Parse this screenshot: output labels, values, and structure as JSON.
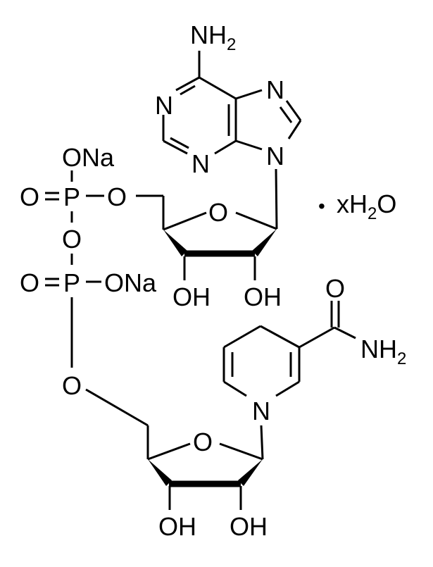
{
  "diagram": {
    "type": "chemical-structure",
    "compound": "NADH disodium salt hydrate",
    "background": "#ffffff",
    "stroke_color": "#000000",
    "labels": {
      "adenine_nh2": "NH",
      "adenine_nh2_sub": "2",
      "n1": "N",
      "n3": "N",
      "n7": "N",
      "n9": "N",
      "ona_top": "ONa",
      "o_dbl_top": "O",
      "p_top": "P",
      "o_ester_top": "O",
      "o_bridge": "O",
      "o_dbl_bottom": "O",
      "p_bottom": "P",
      "ona_bottom": "ONa",
      "o_ester_bottom": "O",
      "ribose1_ring_o": "O",
      "ribose1_oh_left": "OH",
      "ribose1_oh_right": "OH",
      "hydrate_dot": "•",
      "hydrate_x": "xH",
      "hydrate_sub": "2",
      "hydrate_o": "O",
      "amide_o": "O",
      "amide_nh": "NH",
      "amide_nh_sub": "2",
      "pyridine_n": "N",
      "ribose2_ring_o": "O",
      "ribose2_oh_left": "OH",
      "ribose2_oh_right": "OH"
    }
  }
}
